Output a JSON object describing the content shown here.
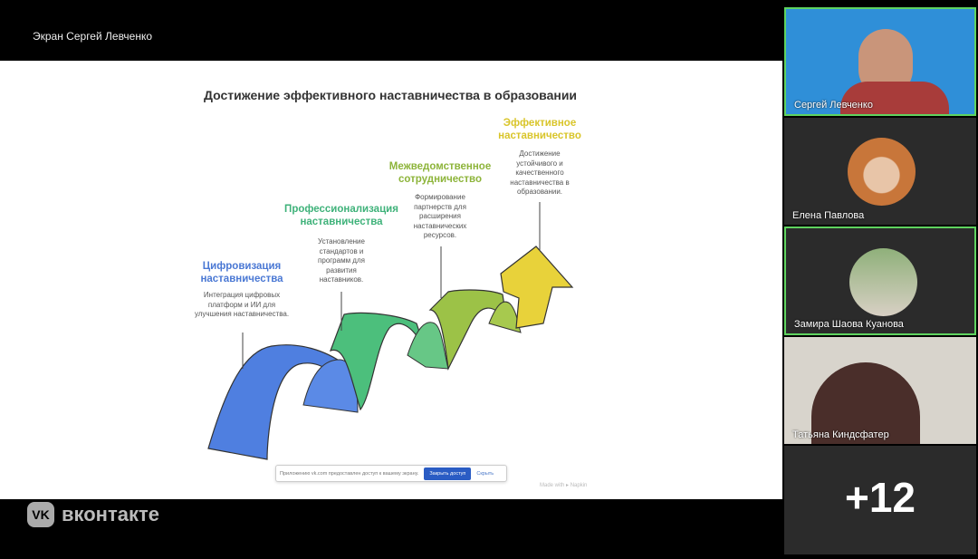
{
  "screen_label": "Экран Сергей Левченко",
  "slide": {
    "title": "Достижение эффективного наставничества в образовании",
    "stages": [
      {
        "heading": "Цифровизация наставничества",
        "text": "Интеграция цифровых платформ и ИИ для улучшения наставничества.",
        "color": "#4a78d4"
      },
      {
        "heading": "Профессионализация наставничества",
        "text": "Установление стандартов и программ для развития наставников.",
        "color": "#3fb27a"
      },
      {
        "heading": "Межведомственное сотрудничество",
        "text": "Формирование партнерств для расширения наставнических ресурсов.",
        "color": "#8db43a"
      },
      {
        "heading": "Эффективное наставничество",
        "text": "Достижение устойчивого и качественного наставничества в образовании.",
        "color": "#d9c52a"
      }
    ],
    "made_with": "Made with ▸ Napkin"
  },
  "notification": {
    "text": "Приложению vk.com предоставлен доступ к вашему экрану.",
    "close_access": "Закрыть доступ",
    "hide": "Скрыть"
  },
  "participants": [
    {
      "name": "Сергей Левченко"
    },
    {
      "name": "Елена Павлова"
    },
    {
      "name": "Замира Шаова Куанова"
    },
    {
      "name": "Татьяна Киндсфатер"
    }
  ],
  "more_count": "+12",
  "brand": "вконтакте",
  "brand_logo": "VK"
}
